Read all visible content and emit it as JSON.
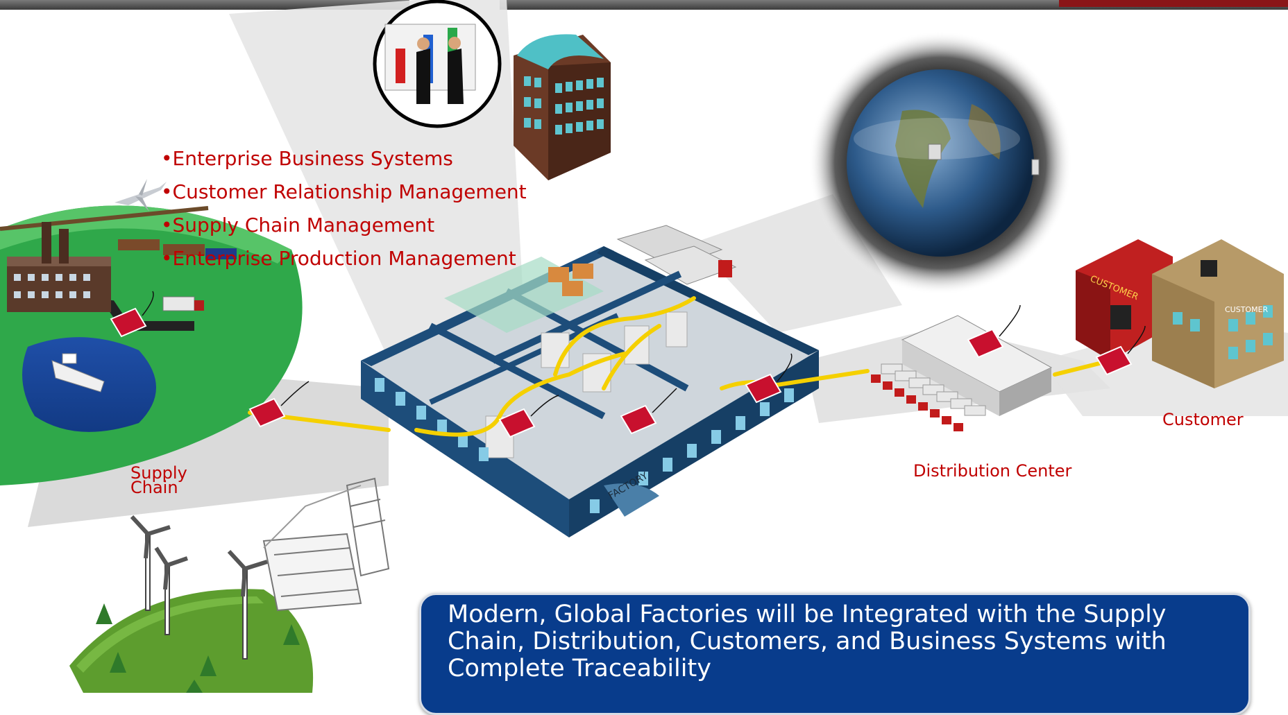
{
  "systems_list": [
    "•Enterprise Business Systems",
    "•Customer Relationship Management",
    "•Supply Chain  Management",
    "•Enterprise Production Management"
  ],
  "labels": {
    "supply_chain_line1": "Supply",
    "supply_chain_line2": "Chain",
    "distribution_center": "Distribution Center",
    "customer": "Customer"
  },
  "building_signs": {
    "factory": "FACTORY",
    "customer_left": "CUSTOMER",
    "customer_right": "CUSTOMER"
  },
  "callout": {
    "text": "Modern, Global Factories will be Integrated with the Supply Chain, Distribution, Customers, and Business Systems with Complete Traceability"
  },
  "colors": {
    "label_red": "#c00000",
    "callout_blue": "#083c8c",
    "flow_yellow": "#f5d000",
    "tag_red": "#c8102e"
  },
  "icons": [
    "airplane-icon",
    "train-icon",
    "truck-icon",
    "ship-icon",
    "rfid-tag-icon",
    "office-building-icon",
    "businessmen-chart-icon",
    "globe-icon",
    "factory-icon",
    "distribution-center-icon",
    "store-icon",
    "wind-turbine-icon",
    "power-substation-icon",
    "tree-icon"
  ]
}
